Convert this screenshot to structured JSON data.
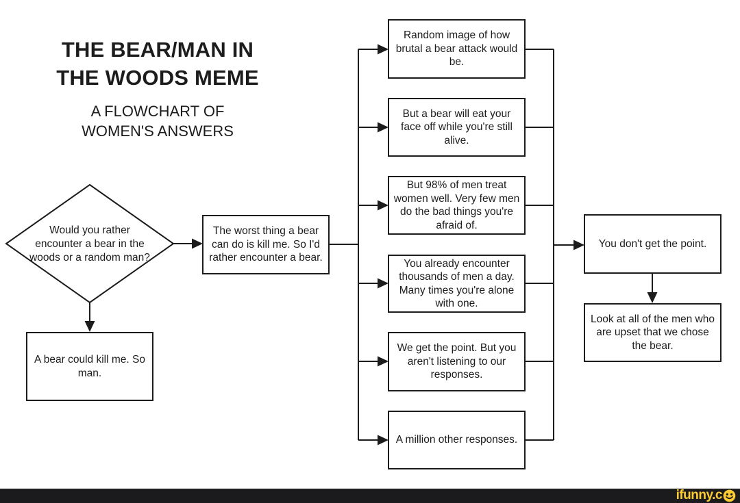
{
  "header": {
    "title_line1": "THE BEAR/MAN IN",
    "title_line2": "THE WOODS MEME",
    "subtitle_line1": "A FLOWCHART OF",
    "subtitle_line2": "WOMEN'S ANSWERS"
  },
  "flowchart": {
    "question": "Would you rather encounter a bear in the woods or a random man?",
    "man_answer": "A bear could kill me. So man.",
    "bear_answer": "The worst thing a bear can do is kill me. So I'd rather encounter a bear.",
    "responses": [
      "Random image of how brutal a bear attack would be.",
      "But a bear will eat your face off while you're still alive.",
      "But 98% of men treat women well. Very few men do the bad things you're afraid of.",
      "You already encounter thousands of men a day. Many times you're alone with one.",
      "We get the point. But you aren't listening to our responses.",
      "A million other responses."
    ],
    "reply": "You don't get the point.",
    "conclusion": "Look at all of the men who are upset that we chose the bear."
  },
  "footer": {
    "brand_text": "ifunny.c",
    "smiley_letter": "o",
    "bar_color": "#1b1b1e",
    "brand_color": "#fecb32"
  },
  "colors": {
    "ink": "#1c1c1c",
    "background": "#ffffff"
  }
}
